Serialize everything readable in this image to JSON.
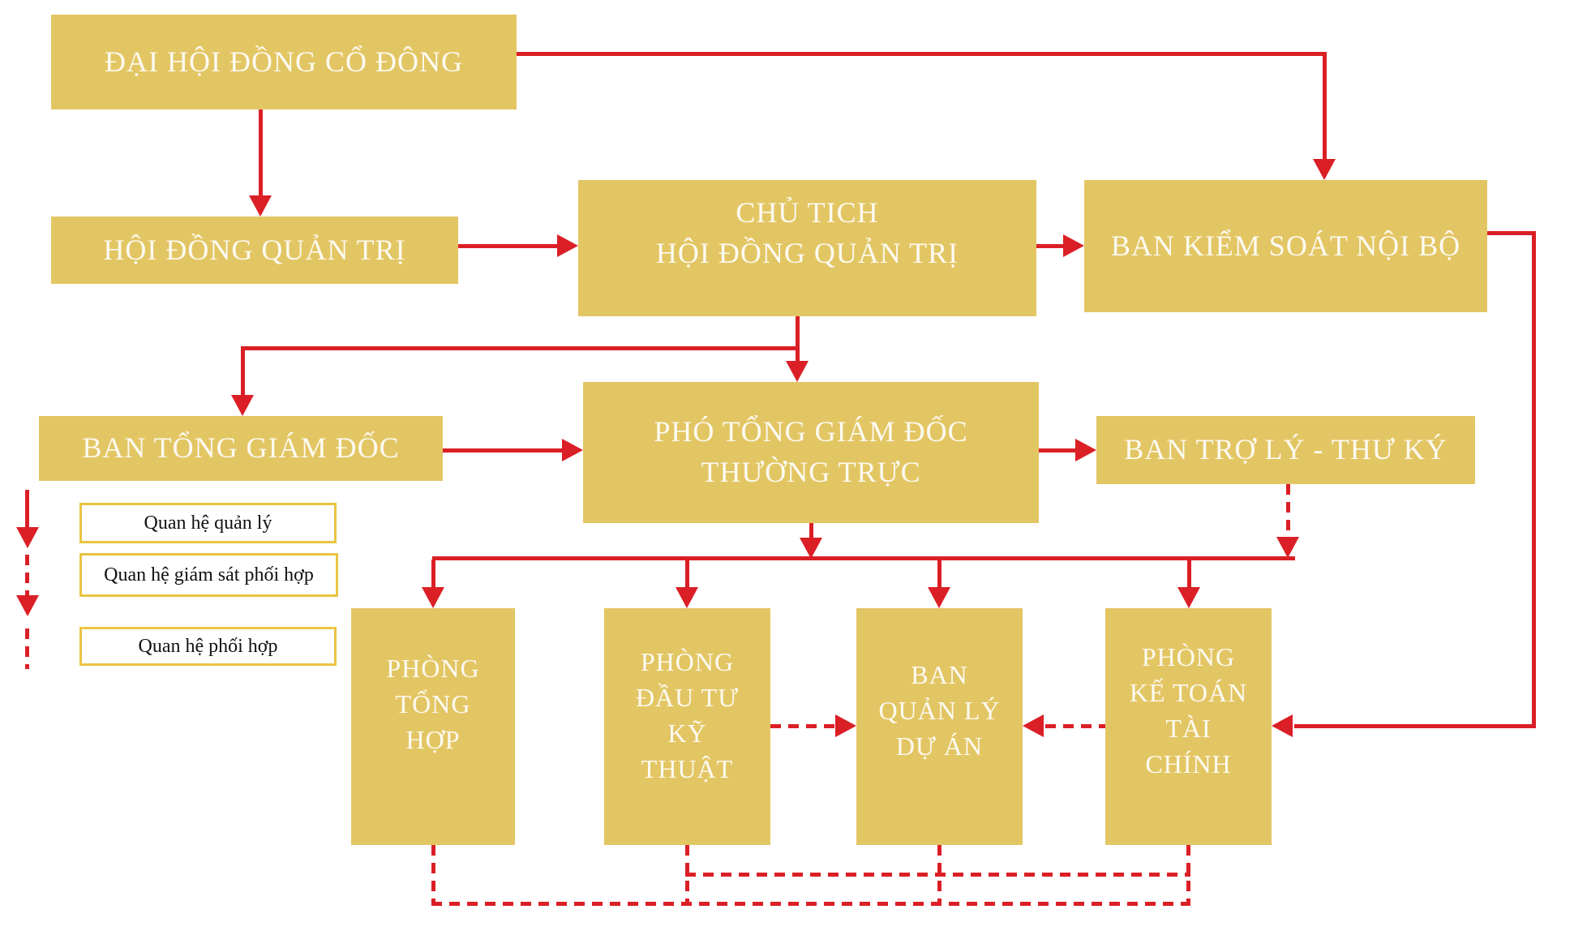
{
  "colors": {
    "box_gold": "#e3c664",
    "arrow_red": "#db1f26",
    "text_white": "#fcfaf2",
    "legend_border": "#e9c440",
    "legend_text": "#111111"
  },
  "nodes": {
    "shareholders": {
      "label": "ĐẠI HỘI ĐỒNG CỔ ĐÔNG"
    },
    "board": {
      "label": "HỘI ĐỒNG QUẢN TRỊ"
    },
    "chairman": {
      "lines": [
        "CHỦ TICH",
        "HỘI ĐỒNG QUẢN TRỊ"
      ]
    },
    "internal_control": {
      "label": "BAN KIỂM SOÁT NỘI BỘ"
    },
    "general_directors": {
      "label": "BAN TỔNG GIÁM ĐỐC"
    },
    "deputy_gd": {
      "lines": [
        "PHÓ TỔNG GIÁM ĐỐC",
        "THƯỜNG TRỰC"
      ]
    },
    "assistant_secretary": {
      "label": "BAN TRỢ LÝ - THƯ KÝ"
    },
    "general_affairs": {
      "lines": [
        "PHÒNG",
        "TỔNG",
        "HỢP"
      ]
    },
    "technical_investment": {
      "lines": [
        "PHÒNG",
        "ĐẦU TƯ",
        "KỸ",
        "THUẬT"
      ]
    },
    "project_management": {
      "lines": [
        "BAN",
        "QUẢN LÝ",
        "DỰ ÁN"
      ]
    },
    "finance_accounting": {
      "lines": [
        "PHÒNG",
        "KẾ TOÁN",
        "TÀI",
        "CHÍNH"
      ]
    }
  },
  "legend": {
    "items": [
      {
        "label": "Quan hệ quản lý",
        "style": "solid-arrow"
      },
      {
        "label": "Quan hệ giám sát phối hợp",
        "style": "dashed-arrow"
      },
      {
        "label": "Quan hệ phối hợp",
        "style": "dashed-line"
      }
    ]
  }
}
